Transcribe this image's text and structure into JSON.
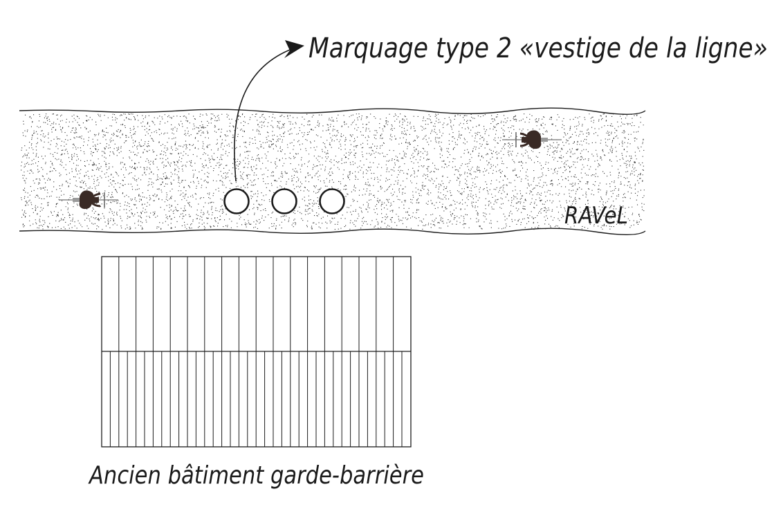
{
  "annotation": {
    "text": "Marquage type 2 «vestige de la ligne»"
  },
  "path": {
    "label": "RAVeL",
    "markings_count": 3
  },
  "building": {
    "label": "Ancien bâtiment garde-barrière"
  },
  "colors": {
    "ink": "#1a1a1a",
    "cyclist_body": "#3a2a25",
    "bike_frame": "#8a8a8a",
    "background": "#ffffff"
  },
  "icons": [
    "cyclist-icon",
    "cyclist-icon"
  ]
}
